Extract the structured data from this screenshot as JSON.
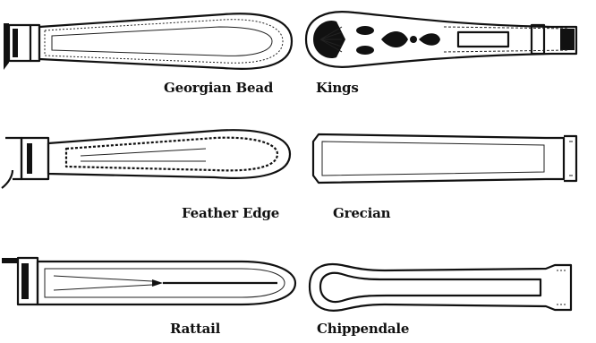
{
  "patterns": [
    {
      "name": "Georgian Bead",
      "icon": "georgian-bead-handle-icon"
    },
    {
      "name": "Kings",
      "icon": "kings-handle-icon"
    },
    {
      "name": "Feather Edge",
      "icon": "feather-edge-handle-icon"
    },
    {
      "name": "Grecian",
      "icon": "grecian-handle-icon"
    },
    {
      "name": "Rattail",
      "icon": "rattail-handle-icon"
    },
    {
      "name": "Chippendale",
      "icon": "chippendale-handle-icon"
    }
  ]
}
